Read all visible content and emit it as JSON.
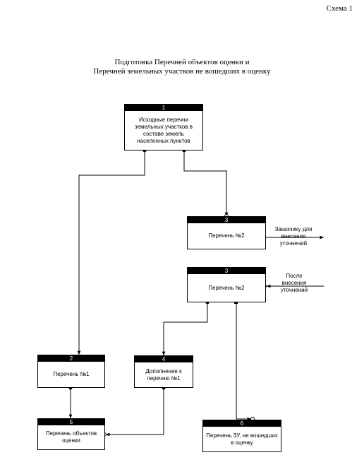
{
  "schema_label": "Схема 1",
  "title": {
    "line1": "Подготовка Перечней объектов оценки и",
    "line2": "Перечней земельных участков не вошедших в оценку"
  },
  "boxes": {
    "b1": {
      "number": "1",
      "text": "Исходные перечни земельных участков в составе земель населенных пунктов"
    },
    "b3top": {
      "number": "3",
      "text": "Перечень №2"
    },
    "b3": {
      "number": "3",
      "text": "Перечень №2"
    },
    "b2": {
      "number": "2",
      "text": "Перечень №1"
    },
    "b4": {
      "number": "4",
      "text": "Дополнение к перечню №1"
    },
    "b5": {
      "number": "5",
      "text": "Перечень объектов оценки"
    },
    "b6": {
      "number": "6",
      "text": "Перечень ЗУ, не вошедших в оценку"
    }
  },
  "side_labels": {
    "to_client": "Заказчику для внесения уточнений",
    "after_corrections": "После внесения уточнений"
  }
}
